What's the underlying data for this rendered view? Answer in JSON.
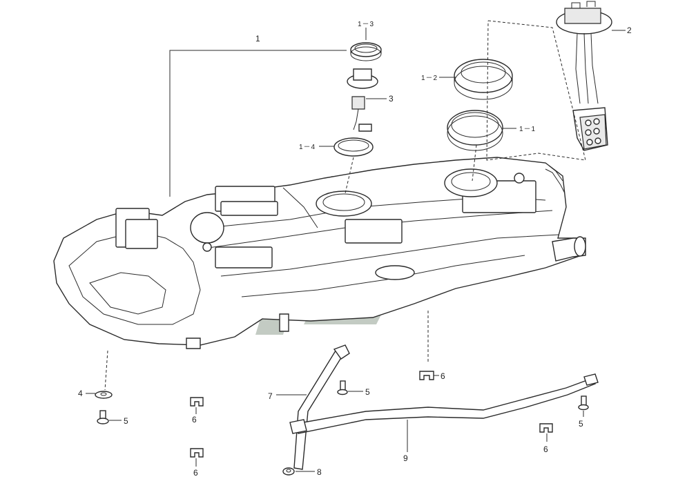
{
  "diagram": {
    "callouts": [
      {
        "id": "1",
        "text": "1"
      },
      {
        "id": "1-1",
        "text": "1－1"
      },
      {
        "id": "1-2",
        "text": "1－2"
      },
      {
        "id": "1-3",
        "text": "1－3"
      },
      {
        "id": "1-4",
        "text": "1－4"
      },
      {
        "id": "2",
        "text": "2"
      },
      {
        "id": "3",
        "text": "3"
      },
      {
        "id": "4",
        "text": "4"
      },
      {
        "id": "5a",
        "text": "5"
      },
      {
        "id": "5b",
        "text": "5"
      },
      {
        "id": "5c",
        "text": "5"
      },
      {
        "id": "6a",
        "text": "6"
      },
      {
        "id": "6b",
        "text": "6"
      },
      {
        "id": "6c",
        "text": "6"
      },
      {
        "id": "6d",
        "text": "6"
      },
      {
        "id": "7",
        "text": "7"
      },
      {
        "id": "8",
        "text": "8"
      },
      {
        "id": "9",
        "text": "9"
      }
    ],
    "colors": {
      "ink": "#2a2a2a",
      "watermark": "#b9c2b9"
    }
  }
}
